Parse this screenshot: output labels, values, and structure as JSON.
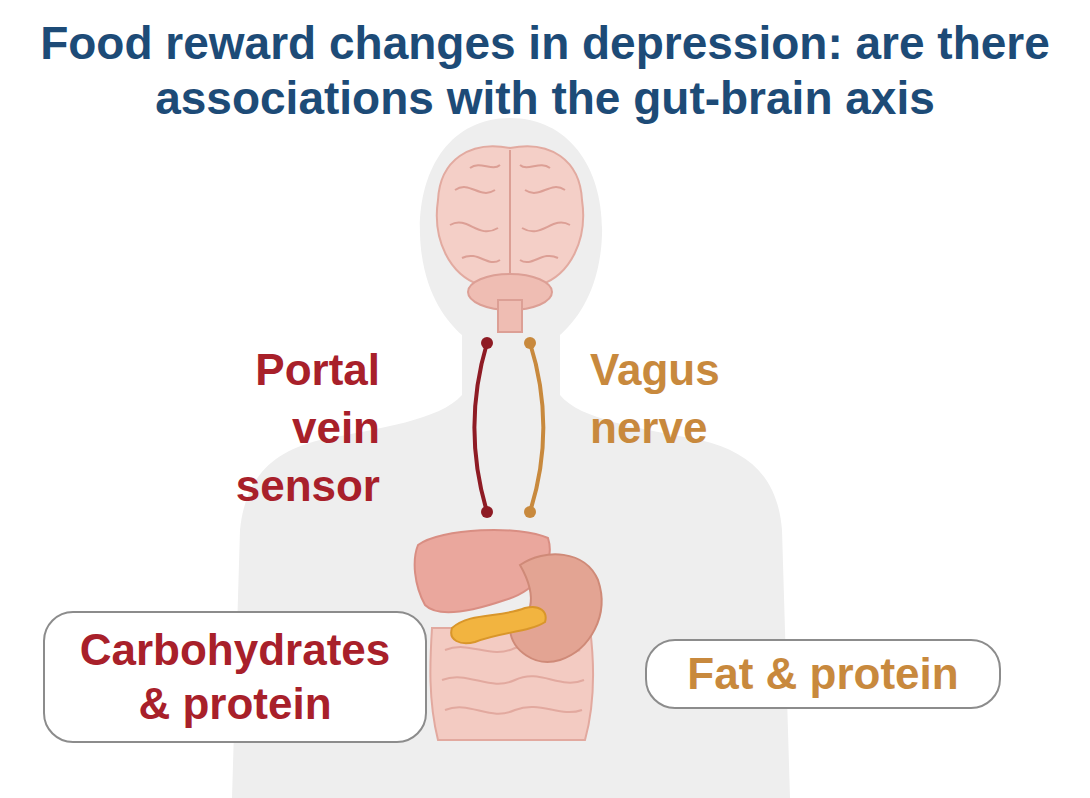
{
  "diagram": {
    "title": "Food reward changes in depression: are there associations with the gut-brain axis",
    "nodes": [
      {
        "text": [
          "Carbohydrates & protein"
        ]
      },
      {
        "text": [
          "Fat & protein"
        ]
      }
    ],
    "labels": [
      "Portal vein sensor",
      "Vagus nerve"
    ]
  }
}
